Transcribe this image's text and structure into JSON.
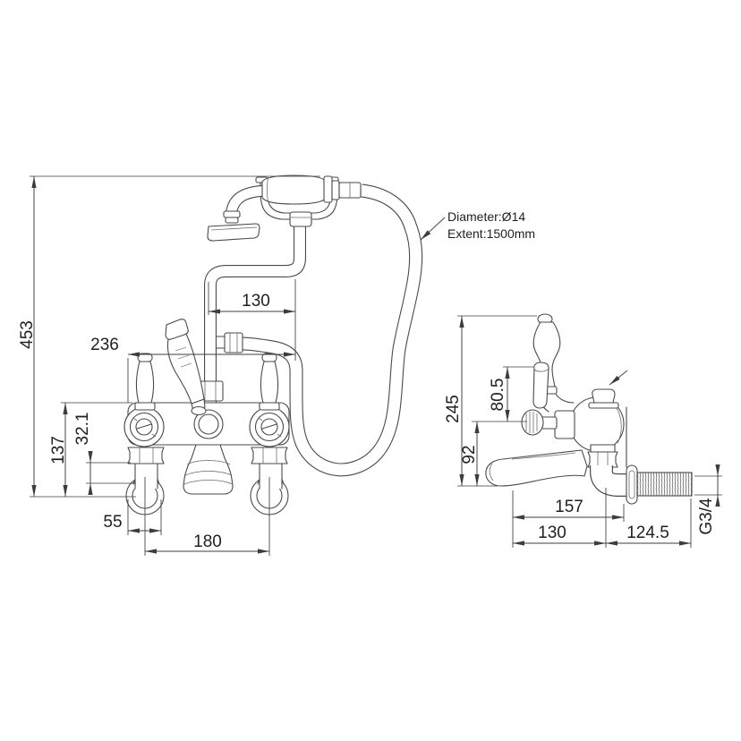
{
  "front_view": {
    "overall_height": "453",
    "width_over_hose_elbow": "236",
    "handset_pipe_offset": "130",
    "inlet_height": "137",
    "backnut_height": "32.1",
    "leg_offset": "55",
    "inlet_centres": "180",
    "hose_diameter_note": "Diameter:Ø14",
    "hose_extent_note": "Extent:1500mm"
  },
  "side_view": {
    "overall_height": "245",
    "handle_height": "80.5",
    "spout_drop": "92",
    "overall_projection": "157",
    "spout_projection": "130",
    "inlet_projection": "124.5",
    "inlet_thread": "G3/4"
  }
}
